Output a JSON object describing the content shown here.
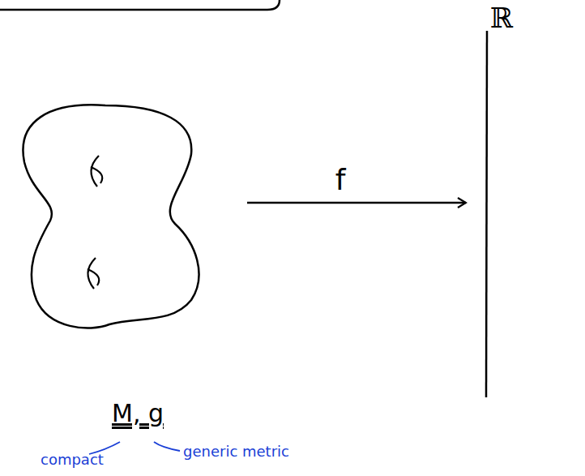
{
  "diagram": {
    "nodes": [
      {
        "text": [
          "M, g"
        ]
      },
      {
        "text": [
          "ℝ"
        ]
      }
    ],
    "edges": [
      {
        "from": 0,
        "to": 1,
        "label": "f",
        "arrow": "to"
      }
    ],
    "labels": [
      "compact",
      "generic metric"
    ]
  }
}
